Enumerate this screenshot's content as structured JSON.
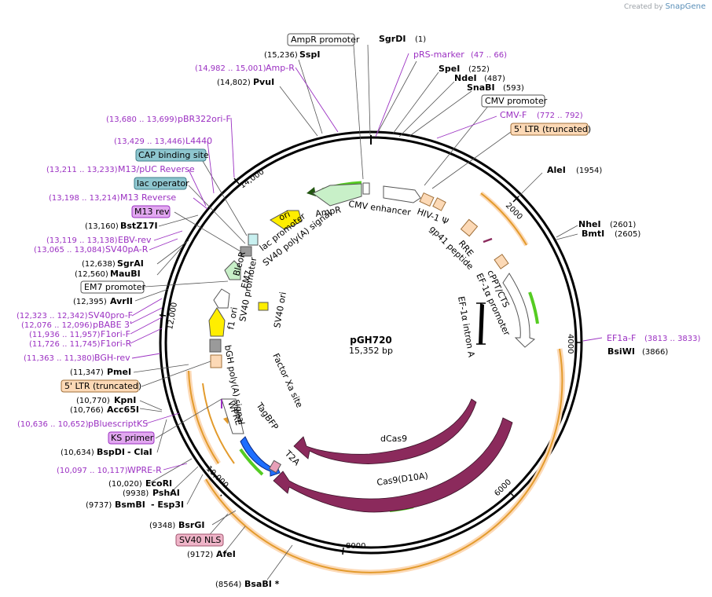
{
  "credit": {
    "prefix": "Created by",
    "brand": "SnapGene"
  },
  "plasmid": {
    "name": "pGH720",
    "size": "15,352 bp"
  },
  "ticks": [
    "2000",
    "4000",
    "6000",
    "8000",
    "10,000",
    "12,000",
    "14,000"
  ],
  "sites": [
    {
      "name": "SgrDI",
      "pos": "(1)"
    },
    {
      "name": "SspI",
      "pos": "(15,236)"
    },
    {
      "name": "PvuI",
      "pos": "(14,802)"
    },
    {
      "name": "SpeI",
      "pos": "(252)"
    },
    {
      "name": "NdeI",
      "pos": "(487)"
    },
    {
      "name": "SnaBI",
      "pos": "(593)"
    },
    {
      "name": "AleI",
      "pos": "(1954)"
    },
    {
      "name": "NheI",
      "pos": "(2601)"
    },
    {
      "name": "BmtI",
      "pos": "(2605)"
    },
    {
      "name": "BsiWI",
      "pos": "(3866)"
    },
    {
      "name": "BstZ17I",
      "pos": "(13,160)"
    },
    {
      "name": "SgrAI",
      "pos": "(12,638)"
    },
    {
      "name": "MauBI",
      "pos": "(12,560)"
    },
    {
      "name": "AvrII",
      "pos": "(12,395)"
    },
    {
      "name": "PmeI",
      "pos": "(11,347)"
    },
    {
      "name": "KpnI",
      "pos": "(10,770)"
    },
    {
      "name": "Acc65I",
      "pos": "(10,766)"
    },
    {
      "name": "BspDI",
      "pos": "(10,634)"
    },
    {
      "name": "- ClaI",
      "pos": ""
    },
    {
      "name": "EcoRI",
      "pos": "(10,020)"
    },
    {
      "name": "PshAI",
      "pos": "(9938)"
    },
    {
      "name": "BsmBI",
      "pos": "(9737)"
    },
    {
      "name": "- Esp3I",
      "pos": ""
    },
    {
      "name": "BsrGI",
      "pos": "(9348)"
    },
    {
      "name": "AfeI",
      "pos": "(9172)"
    },
    {
      "name": "BsaBI *",
      "pos": "(8564)"
    }
  ],
  "primers": [
    {
      "name": "pRS-marker",
      "pos": "(47 .. 66)"
    },
    {
      "name": "Amp-R",
      "pos": "(14,982 .. 15,001)"
    },
    {
      "name": "CMV-F",
      "pos": "(772 .. 792)"
    },
    {
      "name": "pBR322ori-F",
      "pos": "(13,680 .. 13,699)"
    },
    {
      "name": "L4440",
      "pos": "(13,429 .. 13,446)"
    },
    {
      "name": "M13/pUC Reverse",
      "pos": "(13,211 .. 13,233)"
    },
    {
      "name": "M13 Reverse",
      "pos": "(13,198 .. 13,214)"
    },
    {
      "name": "EBV-rev",
      "pos": "(13,119 .. 13,138)"
    },
    {
      "name": "SV40pA-R",
      "pos": "(13,065 .. 13,084)"
    },
    {
      "name": "SV40pro-F",
      "pos": "(12,323 .. 12,342)"
    },
    {
      "name": "pBABE 3'",
      "pos": "(12,076 .. 12,096)"
    },
    {
      "name": "F1ori-F",
      "pos": "(11,936 .. 11,957)"
    },
    {
      "name": "F1ori-R",
      "pos": "(11,726 .. 11,745)"
    },
    {
      "name": "BGH-rev",
      "pos": "(11,363 .. 11,380)"
    },
    {
      "name": "pBluescriptKS",
      "pos": "(10,636 .. 10,652)"
    },
    {
      "name": "WPRE-R",
      "pos": "(10,097 .. 10,117)"
    },
    {
      "name": "EF1a-F",
      "pos": "(3813 .. 3833)"
    }
  ],
  "boxed": [
    {
      "name": "AmpR promoter",
      "style": "white"
    },
    {
      "name": "CMV promoter",
      "style": "white"
    },
    {
      "name": "5' LTR (truncated)",
      "style": "peach"
    },
    {
      "name": "CAP binding site",
      "style": "teal"
    },
    {
      "name": "lac operator",
      "style": "teal"
    },
    {
      "name": "M13 rev",
      "style": "violet"
    },
    {
      "name": "EM7 promoter",
      "style": "white"
    },
    {
      "name": "5' LTR (truncated)",
      "style": "peach"
    },
    {
      "name": "KS primer",
      "style": "violet"
    },
    {
      "name": "SV40 NLS",
      "style": "pink"
    }
  ],
  "features": [
    "CMV enhancer",
    "AmpR",
    "ori",
    "lac promoter",
    "SV40 poly(A) signal",
    "HIV-1 Ψ",
    "RRE",
    "gp41 peptide",
    "cPPT/CTS",
    "EF-1α promoter",
    "EF-1α intron A",
    "BleoR",
    "EM7",
    "SV40 promoter",
    "f1 ori",
    "SV40 ori",
    "bGH poly(A) signal",
    "Factor Xa site",
    "WPRE",
    "TagBFP",
    "T2A",
    "dCas9",
    "Cas9(D10A)"
  ],
  "colors": {
    "backbone": "#000000",
    "primer": "#9b30c2",
    "cas9": "#8b2a5c",
    "promoter_green": "#c8f0c8",
    "ori_yellow": "#ffee00",
    "ltr_peach": "#fcd9b6",
    "tagbfp_blue": "#1f6fff",
    "orange_arc": "#e39b2c",
    "green_arrow": "#55cc22"
  }
}
